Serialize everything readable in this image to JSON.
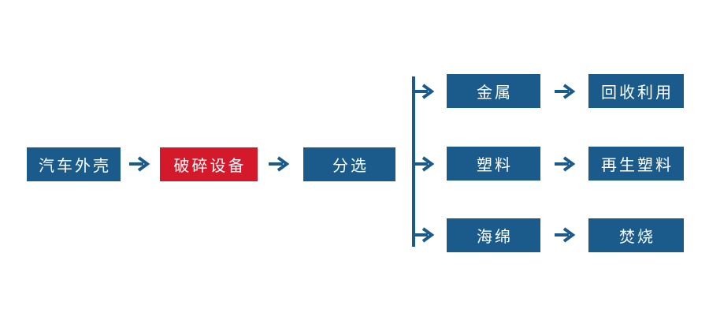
{
  "colors": {
    "box_blue": "#1a5b8c",
    "box_red": "#d4192b",
    "arrow_blue": "#1a5b8c",
    "label_text": "#ffffff",
    "background": "#ffffff"
  },
  "flowchart": {
    "main_sequence": [
      {
        "label": "汽车外壳",
        "style": "blue"
      },
      {
        "label": "破碎设备",
        "style": "red"
      },
      {
        "label": "分选",
        "style": "blue"
      }
    ],
    "branches": [
      {
        "material": "金属",
        "destination": "回收利用"
      },
      {
        "material": "塑料",
        "destination": "再生塑料"
      },
      {
        "material": "海绵",
        "destination": "焚烧"
      }
    ]
  }
}
